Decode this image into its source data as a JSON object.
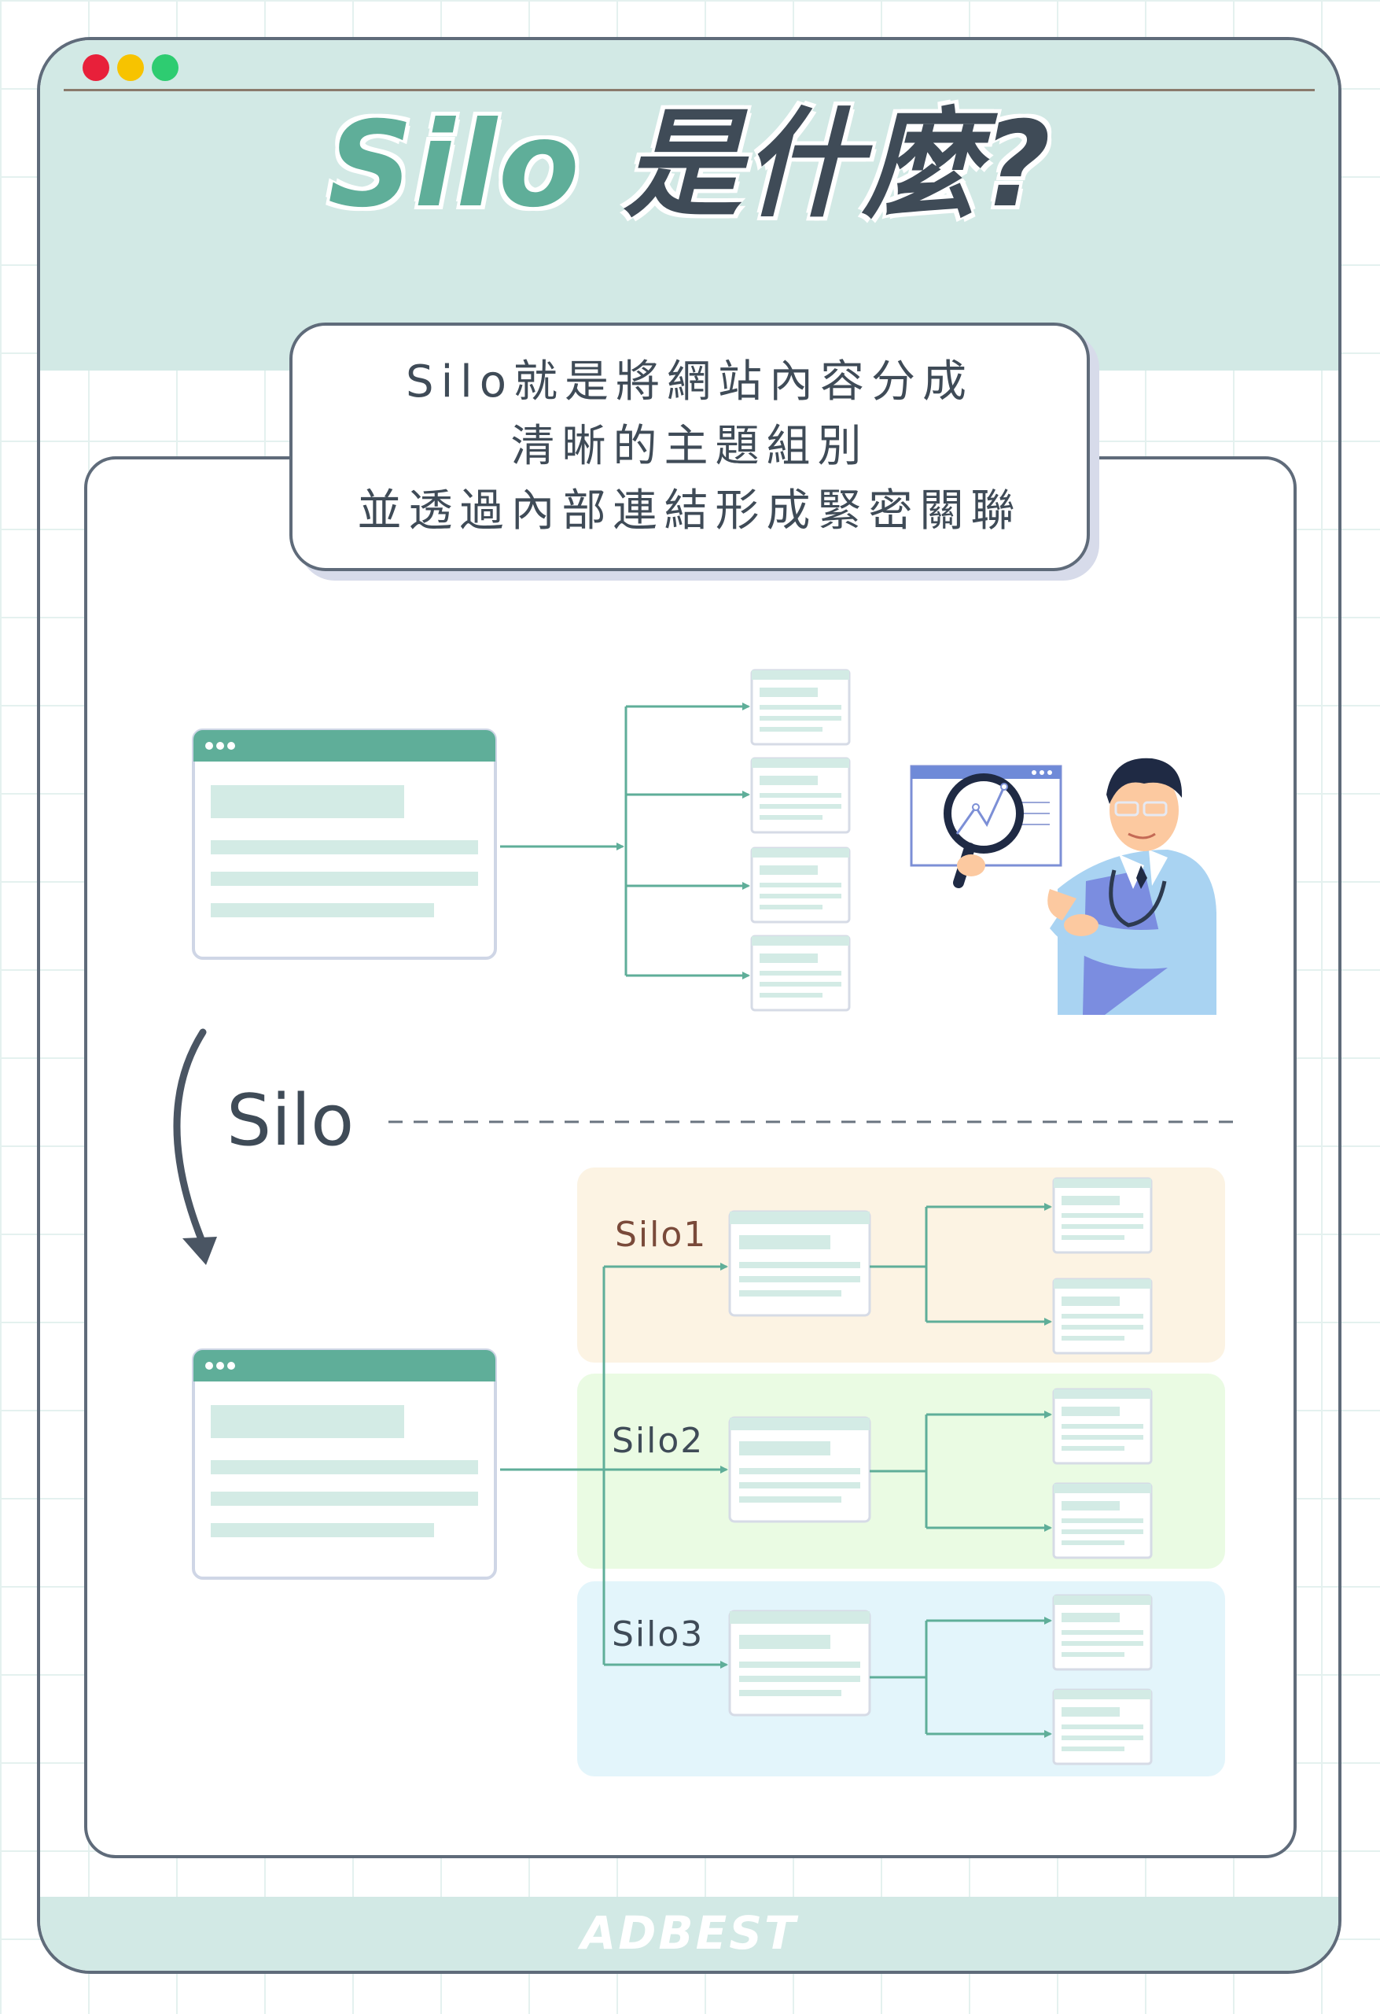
{
  "window": {
    "dot_colors": [
      "#e8203a",
      "#f7c300",
      "#2ecc71"
    ]
  },
  "title": {
    "part1": "Silo",
    "part2": "是什麼?"
  },
  "callout": {
    "lines": [
      "Silo就是將網站內容分成",
      "清晰的主題組別",
      "並透過內部連結形成緊密關聯"
    ]
  },
  "diagram": {
    "transition_label": "Silo",
    "silos": [
      {
        "label": "Silo1",
        "color": "#fcf3e3",
        "label_color": "#7a4a3a"
      },
      {
        "label": "Silo2",
        "color": "#eafbe3",
        "label_color": "#3f4b57"
      },
      {
        "label": "Silo3",
        "color": "#e3f5fb",
        "label_color": "#3f4b57"
      }
    ],
    "accent_color": "#5fae99"
  },
  "footer": {
    "brand": "ADBEST"
  }
}
